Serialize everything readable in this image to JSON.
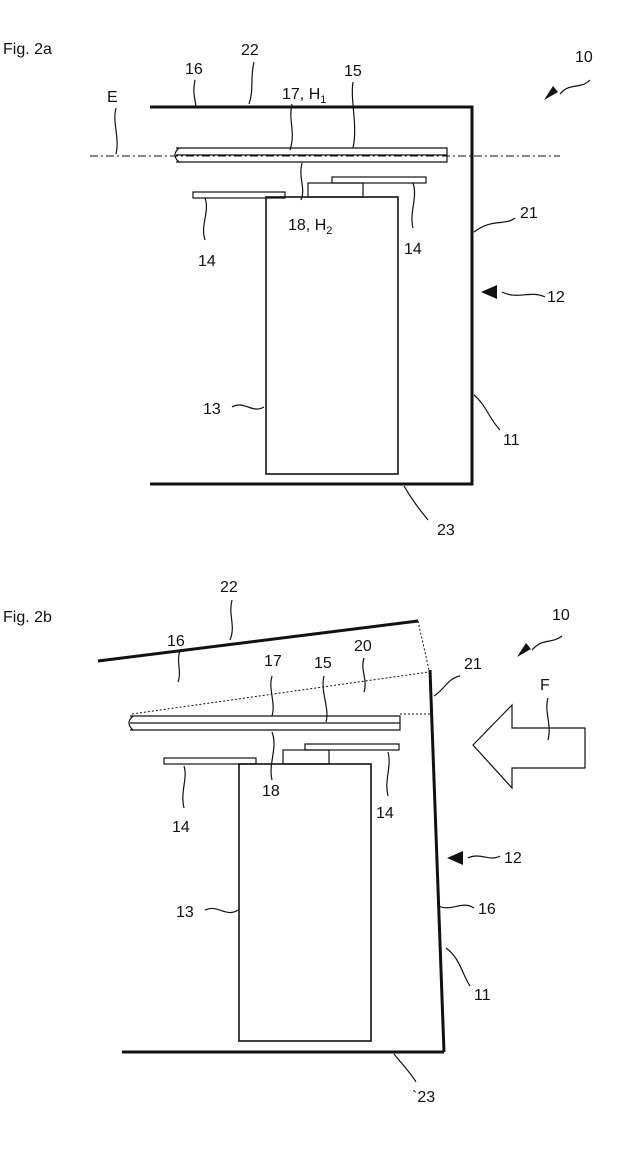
{
  "figures": {
    "fig_a": {
      "caption": "Fig. 2a",
      "labels": {
        "n10": "10",
        "n16": "16",
        "n22": "22",
        "n17": "17, H",
        "n17_sub": "1",
        "n15": "15",
        "nE": "E",
        "n18": "18, H",
        "n18_sub": "2",
        "n14_left": "14",
        "n14_right": "14",
        "n21": "21",
        "n12": "12",
        "n13": "13",
        "n11": "11",
        "n23": "23"
      }
    },
    "fig_b": {
      "caption": "Fig. 2b",
      "labels": {
        "n22": "22",
        "n16_top": "16",
        "n10": "10",
        "n17": "17",
        "n15": "15",
        "n20": "20",
        "n21": "21",
        "nF": "F",
        "n18": "18",
        "n14_left": "14",
        "n14_right": "14",
        "n12": "12",
        "n13": "13",
        "n16_right": "16",
        "n11": "11",
        "n23": "`23"
      }
    }
  }
}
